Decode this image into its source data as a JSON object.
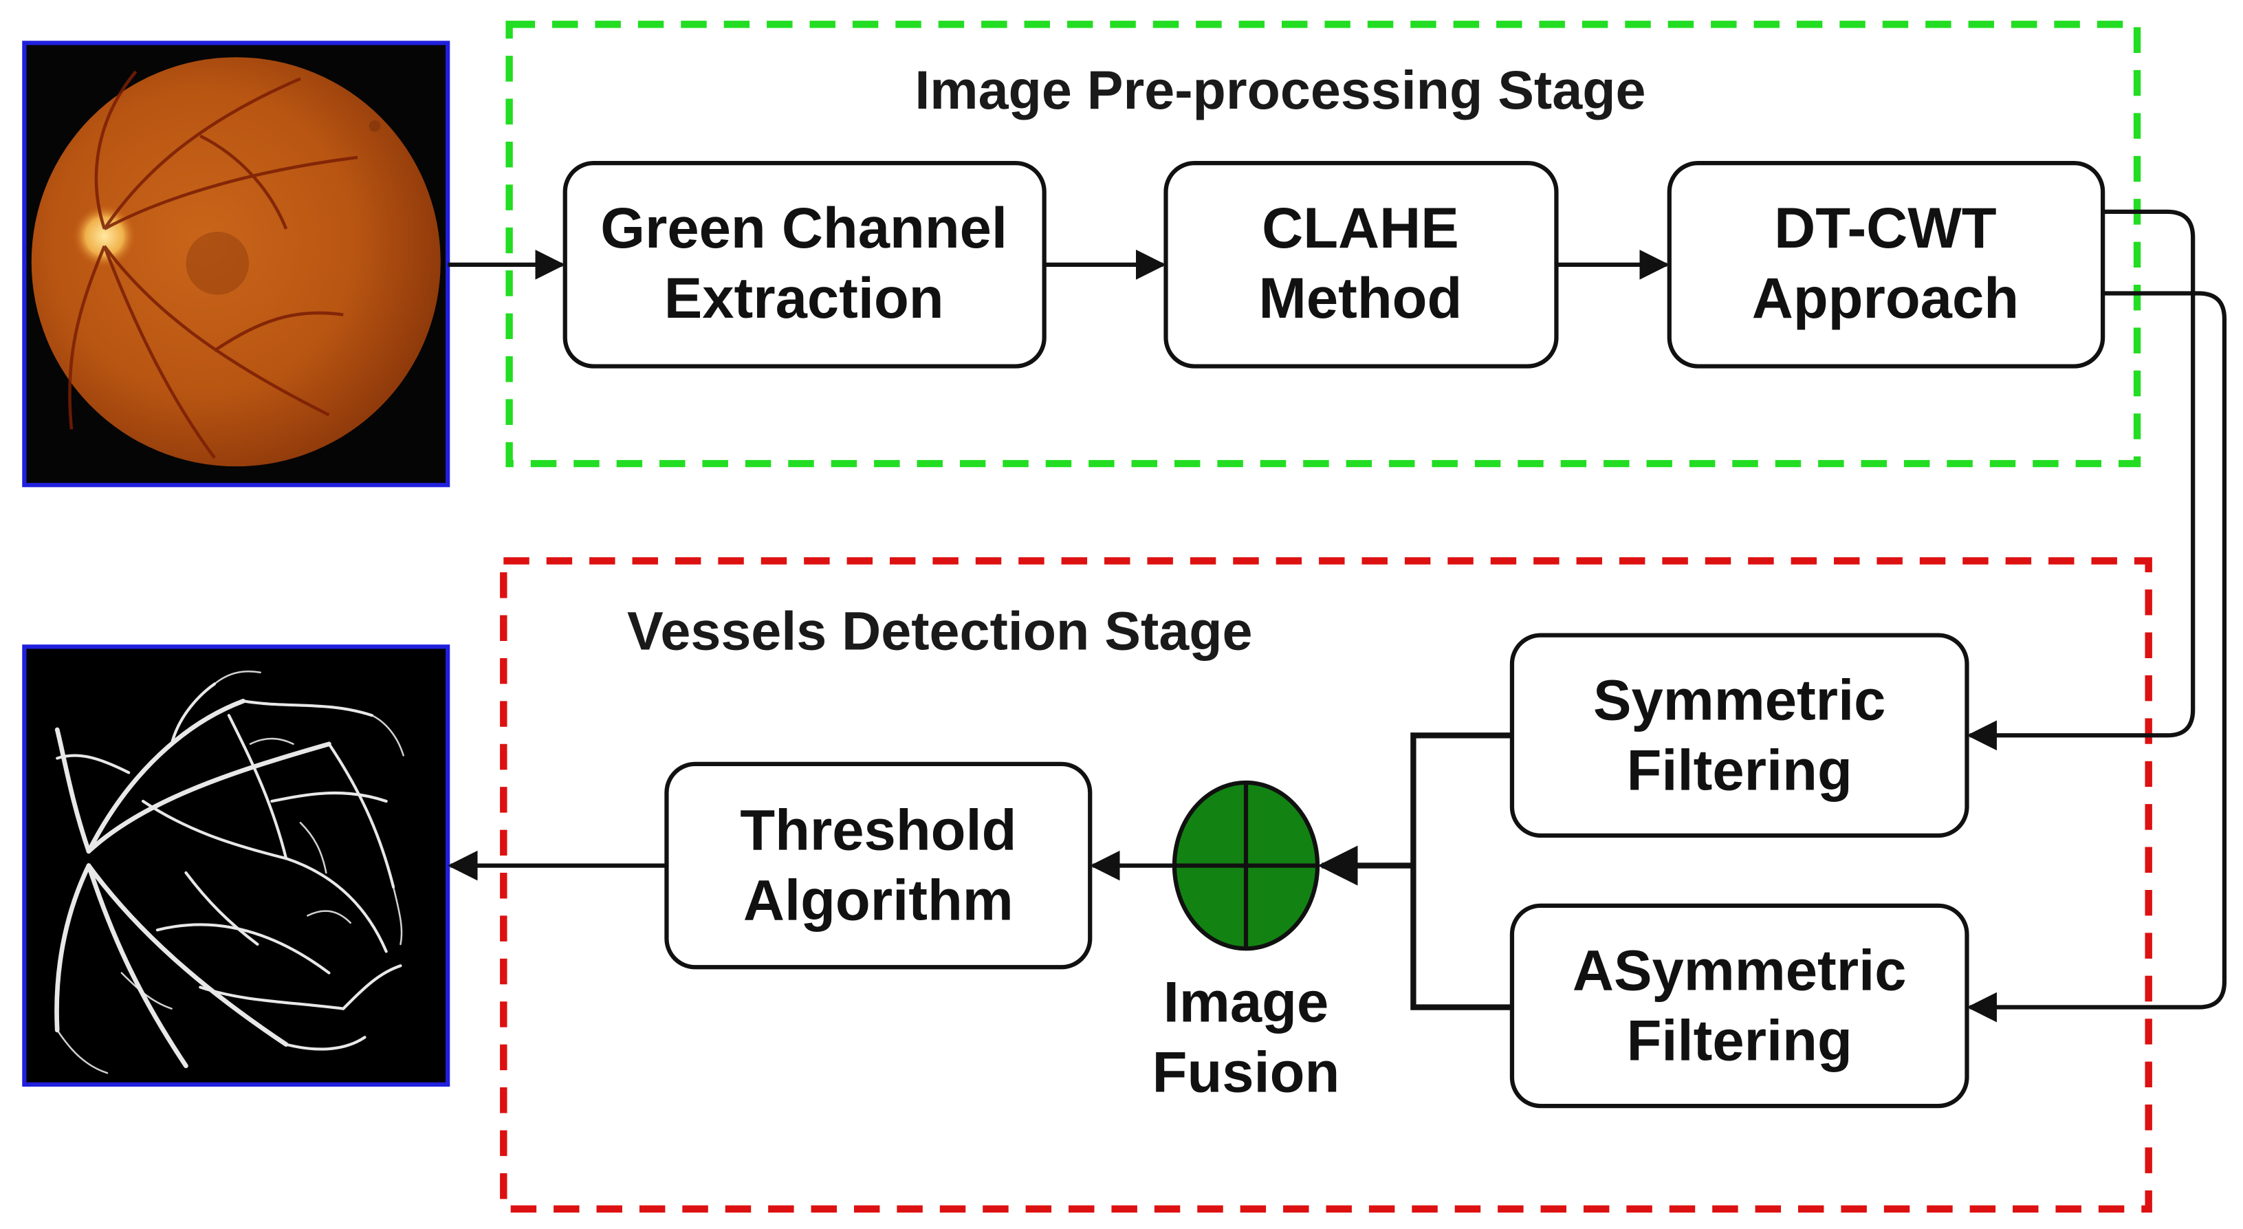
{
  "stages": {
    "preprocessing": {
      "title": "Image Pre-processing Stage",
      "border_color": "#22dd22"
    },
    "detection": {
      "title": "Vessels Detection Stage",
      "border_color": "#dd1111"
    }
  },
  "nodes": {
    "green_channel": {
      "line1": "Green Channel",
      "line2": "Extraction"
    },
    "clahe": {
      "line1": "CLAHE",
      "line2": "Method"
    },
    "dtcwt": {
      "line1": "DT-CWT",
      "line2": "Approach"
    },
    "symmetric": {
      "line1": "Symmetric",
      "line2": "Filtering"
    },
    "asymmetric": {
      "line1": "ASymmetric",
      "line2": "Filtering"
    },
    "threshold": {
      "line1": "Threshold",
      "line2": "Algorithm"
    },
    "fusion": {
      "line1": "Image",
      "line2": "Fusion",
      "fill_color": "#128312"
    }
  },
  "images": {
    "input": {
      "icon": "retina-fundus-image",
      "frame_color": "#2020dd"
    },
    "output": {
      "icon": "segmented-vessels-image",
      "frame_color": "#2020dd"
    }
  }
}
